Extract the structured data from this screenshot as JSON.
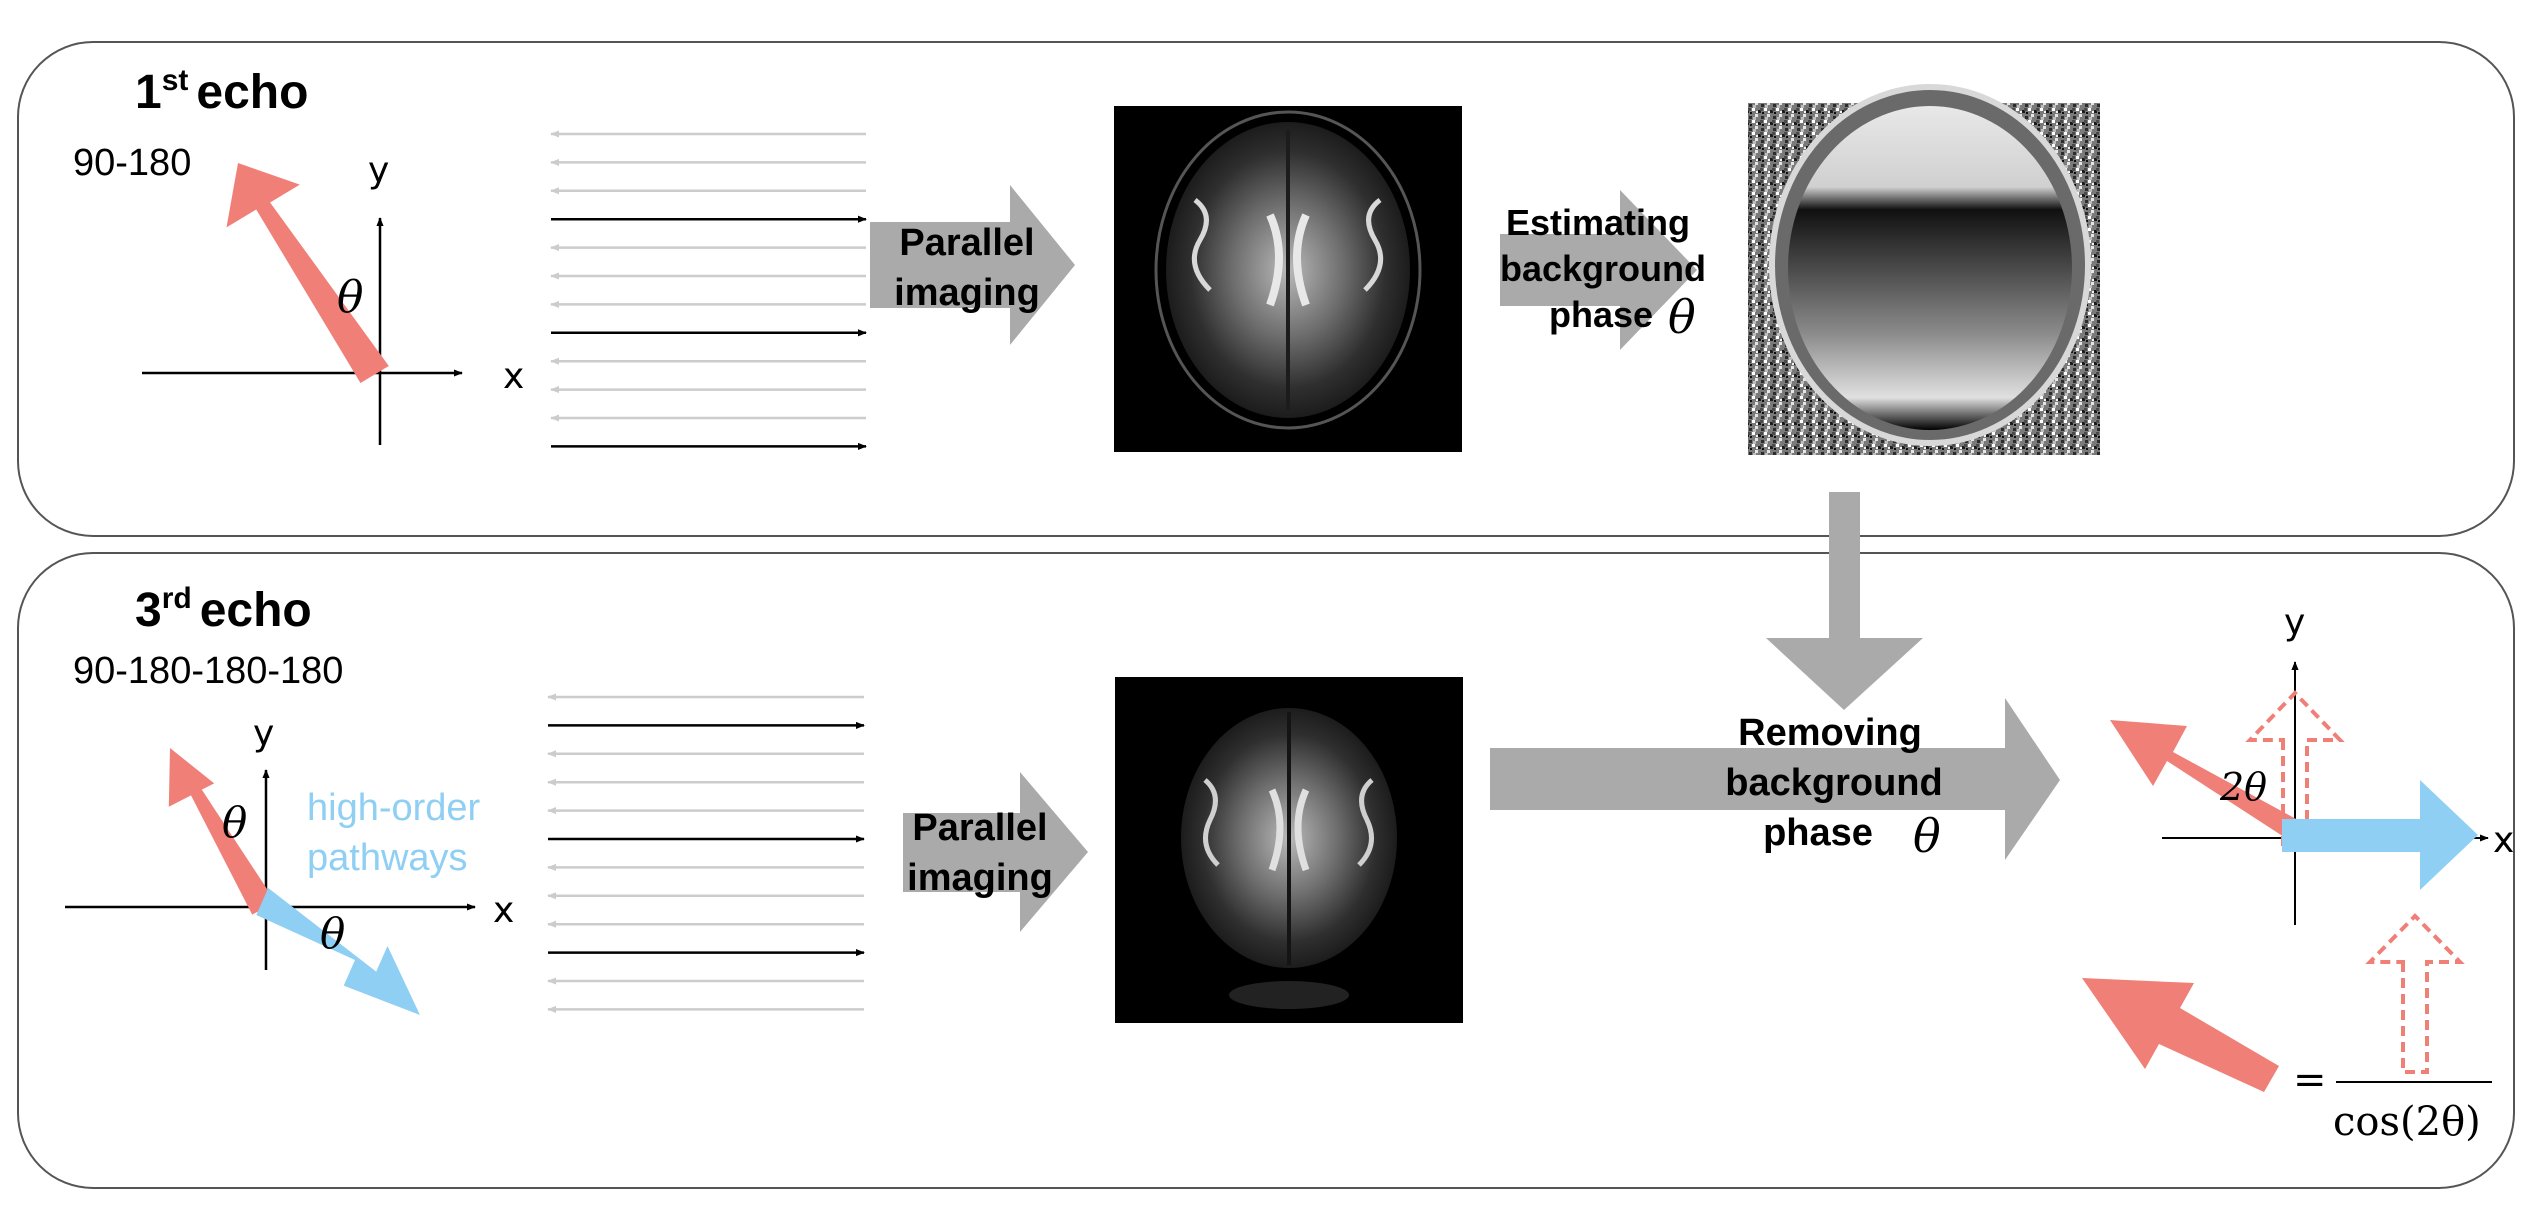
{
  "colors": {
    "red": "#f07f78",
    "blue": "#8ecff3",
    "gray_arrow": "#a9aaa9",
    "line_gray": "#cccccc",
    "line_black": "#000000"
  },
  "panel_top": {
    "title_number": "1",
    "title_sup": "st",
    "title_word": "echo",
    "sequence": "90-180",
    "axis_x": "x",
    "axis_y": "y",
    "angle": "θ",
    "k_lines": [
      "gray",
      "gray",
      "gray",
      "black",
      "gray",
      "gray",
      "gray",
      "black",
      "gray",
      "gray",
      "gray",
      "black"
    ],
    "parallel_1": "Parallel",
    "parallel_2": "imaging",
    "est_1": "Estimating",
    "est_2": "background",
    "est_3": "phase",
    "est_theta": "θ"
  },
  "panel_bottom": {
    "title_number": "3",
    "title_sup": "rd",
    "title_word": "echo",
    "sequence": "90-180-180-180",
    "axis_x": "x",
    "axis_y": "y",
    "angle_red": "θ",
    "angle_blue": "θ",
    "pathways_1": "high-order",
    "pathways_2": "pathways",
    "k_lines": [
      "gray",
      "black",
      "gray",
      "gray",
      "gray",
      "black",
      "gray",
      "gray",
      "gray",
      "black",
      "gray",
      "gray"
    ],
    "parallel_1": "Parallel",
    "parallel_2": "imaging",
    "remove_1": "Removing",
    "remove_2": "background",
    "remove_3": "phase",
    "remove_theta": "θ",
    "result_axis_x": "x",
    "result_axis_y": "y",
    "result_angle": "2θ",
    "eq_sign": "=",
    "eq_denominator": "cos(2θ)"
  }
}
